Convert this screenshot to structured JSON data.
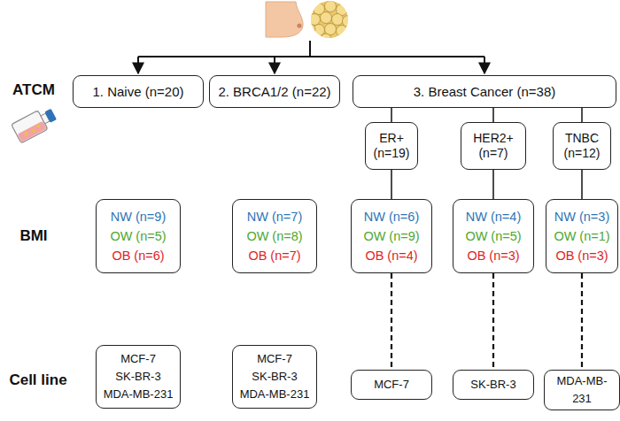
{
  "diagram": {
    "nodes": [
      {
        "text": [
          "1. Naive (n=20)"
        ]
      },
      {
        "text": [
          "2. BRCA1/2 (n=22)"
        ]
      },
      {
        "text": [
          "3. Breast Cancer (n=38)"
        ]
      },
      {
        "text": [
          "ER+ (n=19)"
        ]
      },
      {
        "text": [
          "HER2+ (n=7)"
        ]
      },
      {
        "text": [
          "TNBC (n=12)"
        ]
      },
      {
        "text": [
          "NW (n=9)",
          "OW (n=5)",
          "OB (n=6)"
        ]
      },
      {
        "text": [
          "NW (n=7)",
          "OW (n=8)",
          "OB (n=7)"
        ]
      },
      {
        "text": [
          "NW (n=6)",
          "OW (n=9)",
          "OB (n=4)"
        ]
      },
      {
        "text": [
          "NW (n=4)",
          "OW (n=5)",
          "OB (n=3)"
        ]
      },
      {
        "text": [
          "NW (n=3)",
          "OW (n=1)",
          "OB (n=3)"
        ]
      },
      {
        "text": [
          "MCF-7",
          "SK-BR-3",
          "MDA-MB-231"
        ]
      },
      {
        "text": [
          "MCF-7",
          "SK-BR-3",
          "MDA-MB-231"
        ]
      },
      {
        "text": [
          "MCF-7"
        ]
      },
      {
        "text": [
          "SK-BR-3"
        ]
      },
      {
        "text": [
          "MDA-MB-231"
        ]
      }
    ],
    "edges": [
      {
        "from": 2,
        "to": 3,
        "arrow": "none"
      },
      {
        "from": 2,
        "to": 4,
        "arrow": "none"
      },
      {
        "from": 2,
        "to": 5,
        "arrow": "none"
      },
      {
        "from": 3,
        "to": 8,
        "arrow": "none"
      },
      {
        "from": 4,
        "to": 9,
        "arrow": "none"
      },
      {
        "from": 5,
        "to": 10,
        "arrow": "none"
      },
      {
        "from": 8,
        "to": 13,
        "arrow": "none"
      },
      {
        "from": 9,
        "to": 14,
        "arrow": "none"
      },
      {
        "from": 10,
        "to": 15,
        "arrow": "none"
      }
    ],
    "labels": [
      "ATCM",
      "BMI",
      "Cell line"
    ]
  }
}
